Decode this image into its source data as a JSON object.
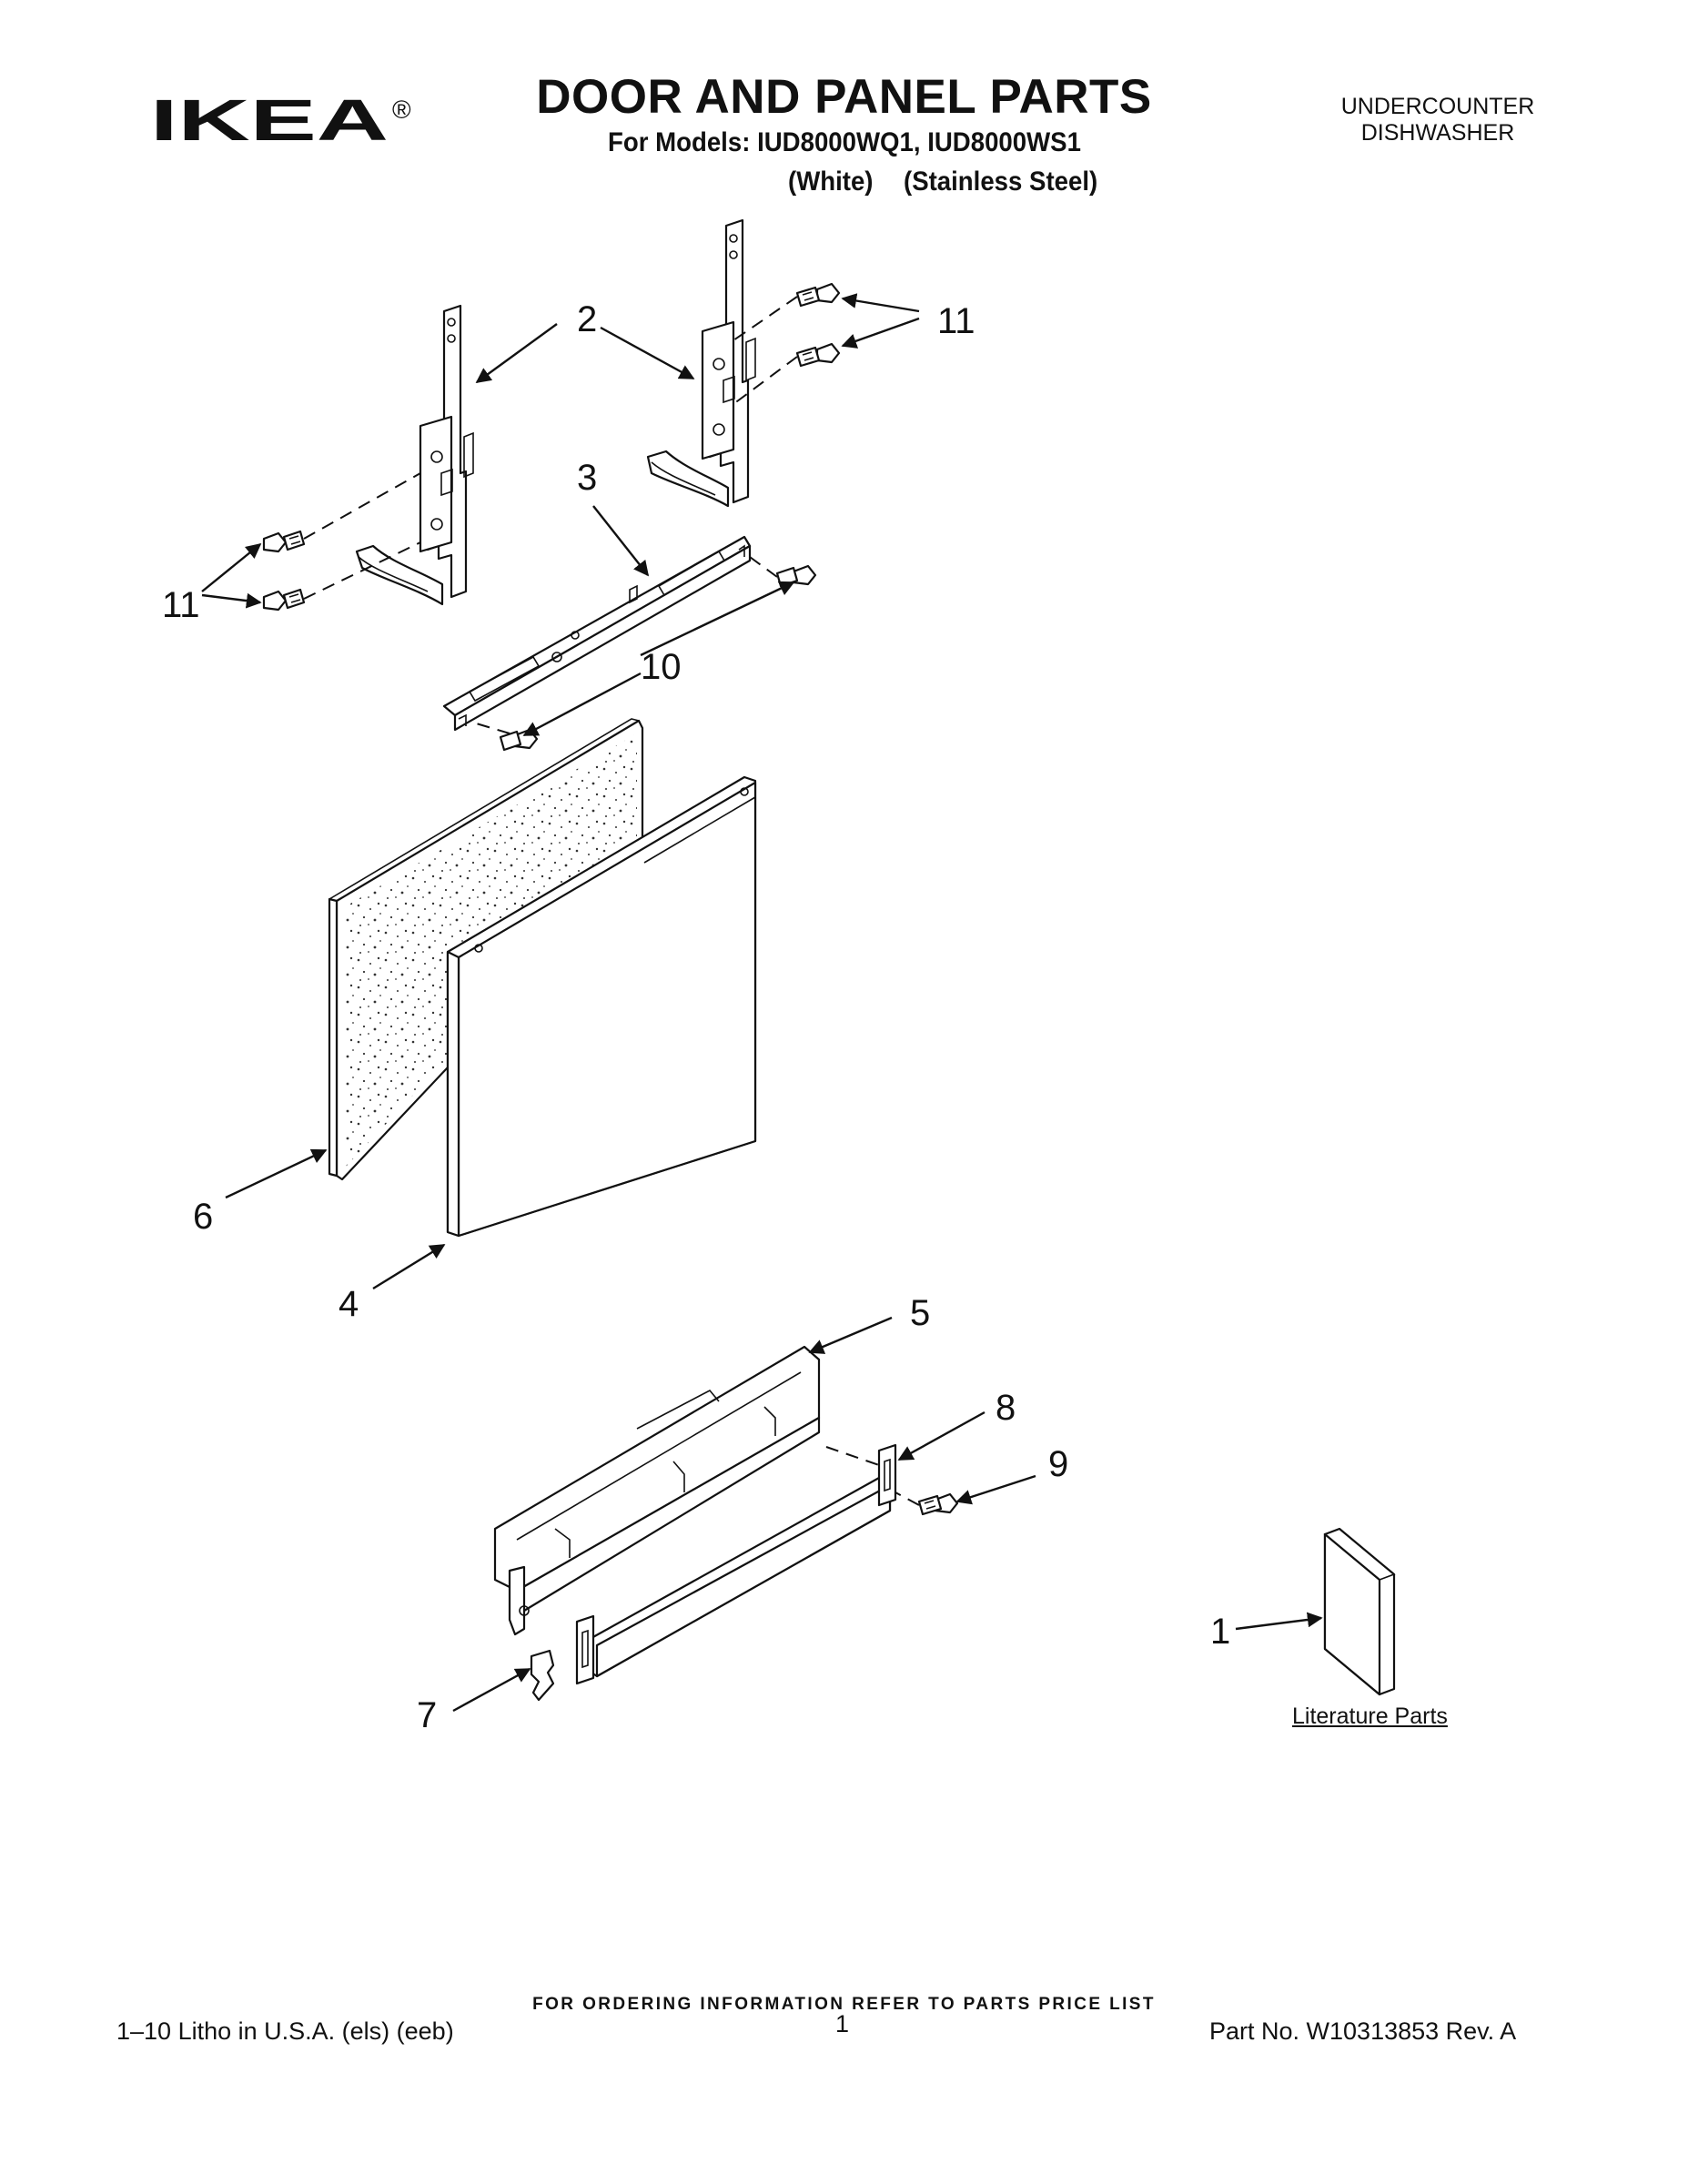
{
  "header": {
    "brand": "IKEA",
    "brand_mark": "®",
    "title": "DOOR AND PANEL PARTS",
    "models_line": "For Models: IUD8000WQ1, IUD8000WS1",
    "variant_white": "(White)",
    "variant_stainless": "(Stainless Steel)",
    "product_type_line1": "UNDERCOUNTER",
    "product_type_line2": "DISHWASHER"
  },
  "diagram": {
    "callouts": [
      {
        "id": "2",
        "label": "2"
      },
      {
        "id": "11a",
        "label": "11"
      },
      {
        "id": "11b",
        "label": "11"
      },
      {
        "id": "3",
        "label": "3"
      },
      {
        "id": "10",
        "label": "10"
      },
      {
        "id": "6",
        "label": "6"
      },
      {
        "id": "4",
        "label": "4"
      },
      {
        "id": "5",
        "label": "5"
      },
      {
        "id": "8",
        "label": "8"
      },
      {
        "id": "9",
        "label": "9"
      },
      {
        "id": "1",
        "label": "1"
      },
      {
        "id": "7",
        "label": "7"
      }
    ],
    "literature_label": "Literature Parts"
  },
  "footer": {
    "ordering_info": "FOR ORDERING INFORMATION REFER TO PARTS PRICE LIST",
    "litho": "1–10 Litho in U.S.A. (els) (eeb)",
    "page_number": "1",
    "part_number": "Part No. W10313853 Rev. A"
  }
}
